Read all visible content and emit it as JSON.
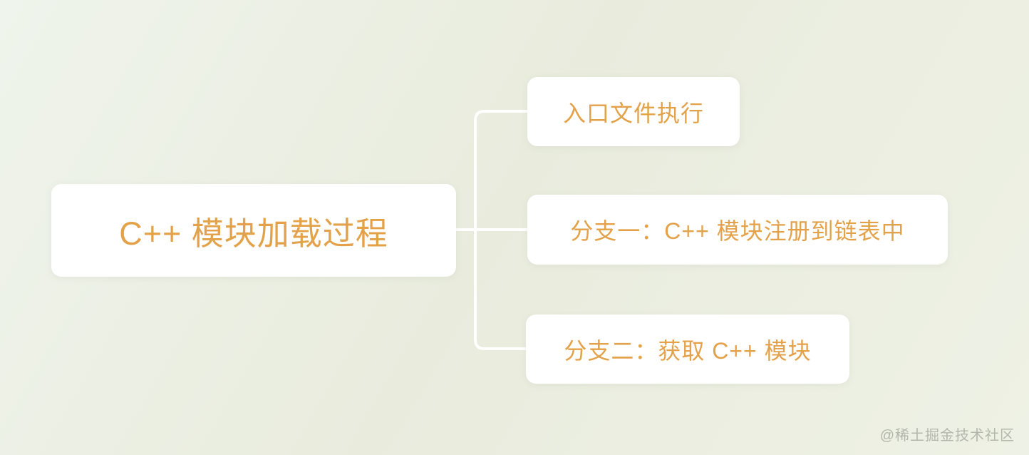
{
  "colors": {
    "background_light": "#eff4ec",
    "background_mid": "#e9ecdd",
    "background_end": "#eef1e5",
    "node_bg": "#ffffff",
    "node_text": "#e3a249",
    "connector": "#ffffff",
    "watermark_text": "#a9ada3"
  },
  "mindmap": {
    "root": {
      "label": "C++ 模块加载过程"
    },
    "children": [
      {
        "label": "入口文件执行"
      },
      {
        "label": "分支一：C++ 模块注册到链表中"
      },
      {
        "label": "分支二：获取 C++ 模块"
      }
    ]
  },
  "watermark": {
    "text": "@稀土掘金技术社区"
  }
}
